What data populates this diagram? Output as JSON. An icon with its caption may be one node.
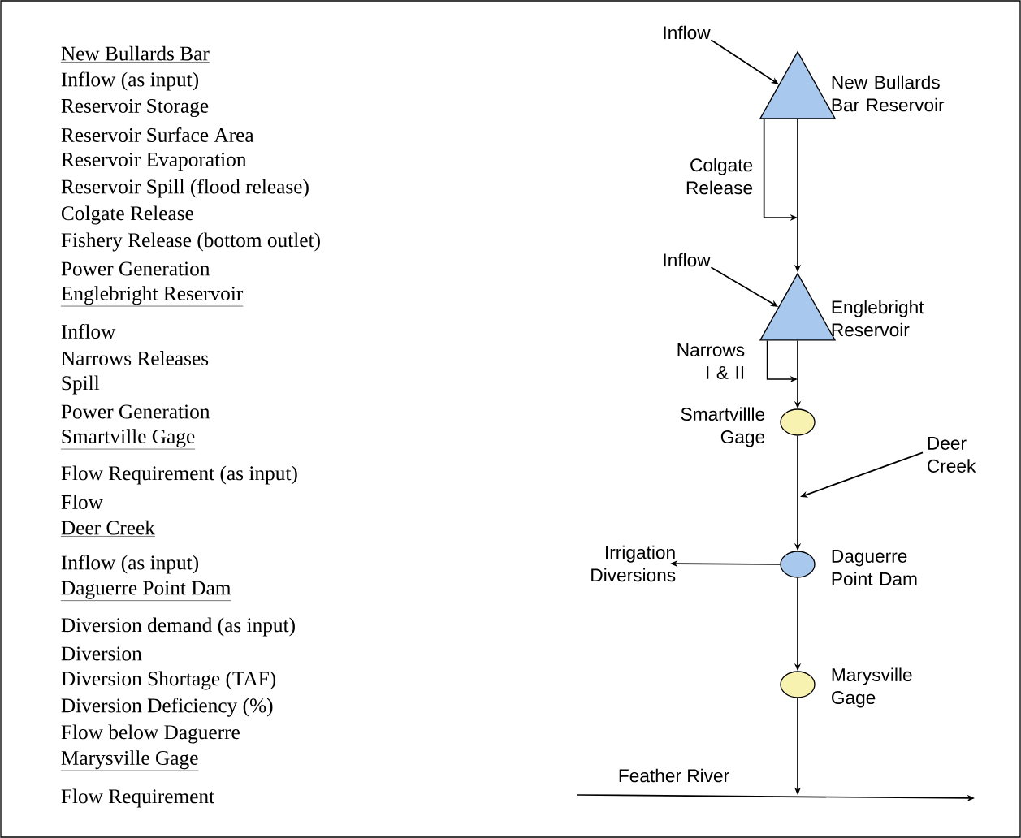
{
  "diagram": {
    "nodes": [
      {
        "text": [
          "Inflow"
        ]
      },
      {
        "text": [
          "New Bullards Bar Reservoir"
        ]
      },
      {
        "text": [
          "Inflow"
        ]
      },
      {
        "text": [
          "Englebright Reservoir"
        ]
      },
      {
        "text": [
          "Smartvillle Gage"
        ]
      },
      {
        "text": [
          "Deer Creek"
        ]
      },
      {
        "text": [
          "Daguerre Point Dam"
        ]
      },
      {
        "text": [
          "Irrigation Diversions"
        ]
      },
      {
        "text": [
          "Marysville Gage"
        ]
      }
    ],
    "edges": [
      {
        "from": 0,
        "to": 1,
        "arrow": "to"
      },
      {
        "from": 1,
        "to": null,
        "arrow": "to",
        "label": "Colgate Release"
      },
      {
        "from": 1,
        "to": 3,
        "arrow": "to"
      },
      {
        "from": 2,
        "to": 3,
        "arrow": "to"
      },
      {
        "from": 3,
        "to": null,
        "arrow": "to",
        "label": "Narrows I & II"
      },
      {
        "from": 3,
        "to": 4,
        "arrow": "to"
      },
      {
        "from": 5,
        "to": null,
        "arrow": "to"
      },
      {
        "from": 4,
        "to": 6,
        "arrow": "to"
      },
      {
        "from": 6,
        "to": 7,
        "arrow": "to"
      },
      {
        "from": 6,
        "to": 8,
        "arrow": "to"
      },
      {
        "from": 8,
        "to": null,
        "arrow": "to"
      }
    ],
    "labels": [
      "New Bullards Bar",
      "Inflow (as input)",
      "Reservoir Storage",
      "Reservoir Surface Area",
      "Reservoir Evaporation",
      "Reservoir Spill (flood release)",
      "Colgate Release",
      "Fishery Release (bottom outlet)",
      "Power Generation",
      "Englebright Reservoir",
      "Inflow",
      "Narrows Releases",
      "Spill",
      "Power Generation",
      "Smartville Gage",
      "Flow Requirement (as input)",
      "Flow",
      "Deer Creek",
      "Inflow (as input)",
      "Daguerre Point Dam",
      "Diversion demand (as input)",
      "Diversion",
      "Diversion Shortage (TAF)",
      "Diversion Deficiency (%)",
      "Flow below Daguerre",
      "Marysville Gage",
      "Flow Requirement",
      "Feather River"
    ]
  }
}
